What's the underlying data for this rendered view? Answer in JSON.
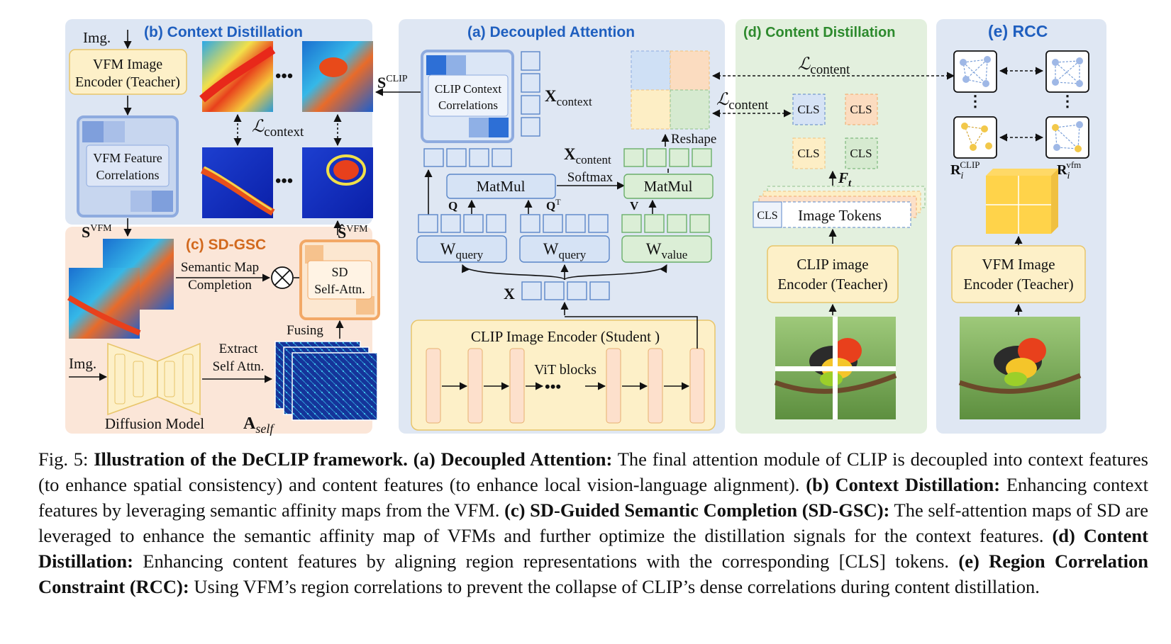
{
  "panels": {
    "b": {
      "title": "(b) Context Distillation",
      "color": "#1f5fbf"
    },
    "a": {
      "title": "(a) Decoupled Attention",
      "color": "#1f5fbf"
    },
    "d": {
      "title": "(d) Content Distillation",
      "color": "#2d8a2d"
    },
    "e": {
      "title": "(e) RCC",
      "color": "#1f5fbf"
    },
    "c": {
      "title": "(c) SD-GSC",
      "color": "#d2691e"
    }
  },
  "labels": {
    "img": "Img.",
    "vfm_encoder_teacher_1": "VFM Image",
    "vfm_encoder_teacher_2": "Encoder (Teacher)",
    "vfm_feature_corr_1": "VFM Feature",
    "vfm_feature_corr_2": "Correlations",
    "s_vfm": "S",
    "s_vfm_sup": "VFM",
    "s_hat_vfm": "Ŝ",
    "s_hat_vfm_sup": "VFM",
    "s_clip": "S",
    "s_clip_sup": "CLIP",
    "l_context": "ℒ",
    "l_context_sub": "context",
    "dots": "•••",
    "clip_ctx_corr_1": "CLIP Context",
    "clip_ctx_corr_2": "Correlations",
    "x_context": "X",
    "x_context_sub": "context",
    "x_content": "X",
    "x_content_sub": "content",
    "reshape": "Reshape",
    "matmul": "MatMul",
    "softmax": "Softmax",
    "q": "Q",
    "qt": "Q",
    "qt_sup": "T",
    "v": "V",
    "w_query": "W",
    "w_query_sub": "query",
    "w_value": "W",
    "w_value_sub": "value",
    "x": "X",
    "clip_student": "CLIP Image Encoder (Student )",
    "vit_blocks": "ViT blocks",
    "l_content": "ℒ",
    "l_content_sub": "content",
    "cls": "CLS",
    "f_t": "F",
    "f_t_sub": "t",
    "image_tokens": "Image Tokens",
    "clip_teacher_1": "CLIP image",
    "clip_teacher_2": "Encoder (Teacher)",
    "r_clip": "R",
    "r_clip_sub": "i",
    "r_clip_sup": "CLIP",
    "r_vfm": "R",
    "r_vfm_sub": "i",
    "r_vfm_sup": "vfm",
    "vfm_teacher_e_1": "VFM Image",
    "vfm_teacher_e_2": "Encoder (Teacher)",
    "semantic_map_1": "Semantic Map",
    "semantic_map_2": "Completion",
    "sd_self_attn_1": "SD",
    "sd_self_attn_2": "Self-Attn.",
    "fusing": "Fusing",
    "extract_1": "Extract",
    "extract_2": "Self Attn.",
    "diffusion_model": "Diffusion Model",
    "a_self": "A",
    "a_self_sub": "self"
  },
  "caption": {
    "fig": "Fig. 5: ",
    "title": "Illustration of the DeCLIP framework.",
    "a_head": "(a) Decoupled Attention:",
    "a_text": "The final attention module of CLIP is decoupled into context features (to enhance spatial consistency) and content features (to enhance local vision-language alignment).",
    "b_head": "(b) Context Distillation:",
    "b_text": "Enhancing context features by leveraging semantic affinity maps from the VFM.",
    "c_head": "(c) SD-Guided Semantic Completion (SD-GSC):",
    "c_text": "The self-attention maps of SD are leveraged to enhance the semantic affinity map of VFMs and further optimize the distillation signals for the context features.",
    "d_head": "(d) Content Distillation:",
    "d_text": "Enhancing content features by aligning region representations with the corresponding [CLS] tokens.",
    "e_head": "(e) Region Correlation Constraint (RCC):",
    "e_text": "Using VFM’s region correlations to prevent the collapse of CLIP’s dense correlations during content distillation."
  }
}
